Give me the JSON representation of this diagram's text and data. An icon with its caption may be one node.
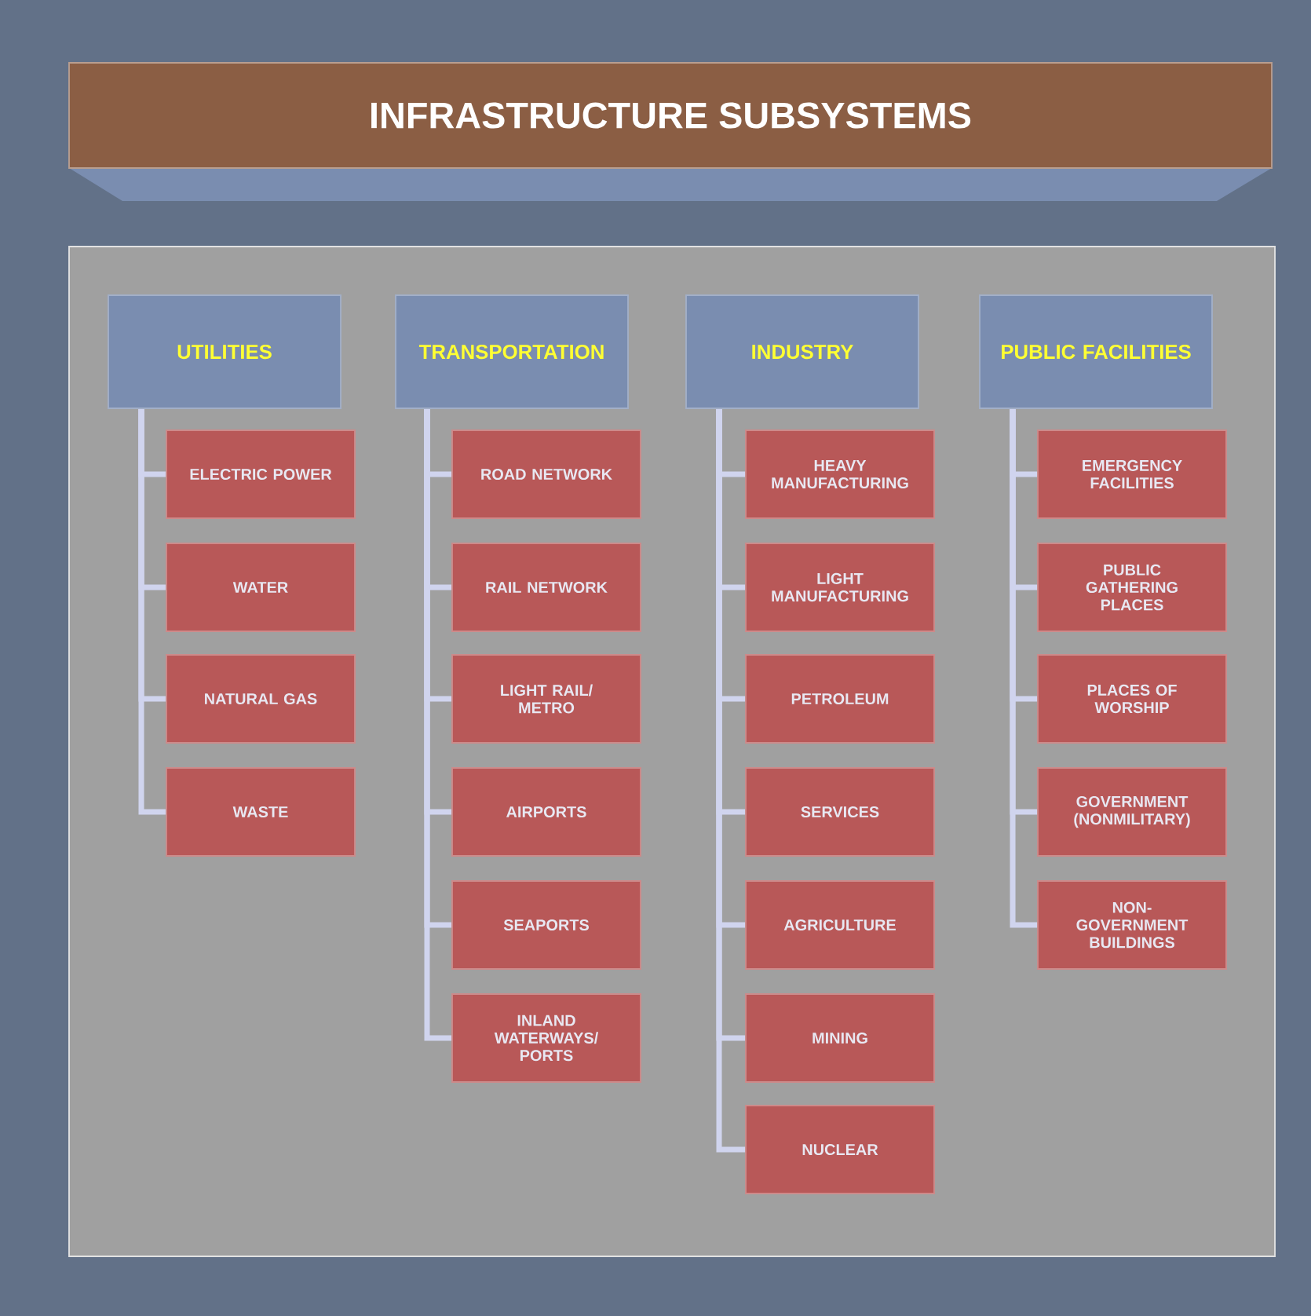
{
  "diagram": {
    "title": "INFRASTRUCTURE SUBSYSTEMS",
    "nodes": [
      {
        "text": [
          "UTILITIES"
        ]
      },
      {
        "text": [
          "ELECTRIC POWER"
        ]
      },
      {
        "text": [
          "WATER"
        ]
      },
      {
        "text": [
          "NATURAL GAS"
        ]
      },
      {
        "text": [
          "WASTE"
        ]
      },
      {
        "text": [
          "TRANSPORTATION"
        ]
      },
      {
        "text": [
          "ROAD NETWORK"
        ]
      },
      {
        "text": [
          "RAIL NETWORK"
        ]
      },
      {
        "text": [
          "LIGHT RAIL/ METRO"
        ]
      },
      {
        "text": [
          "AIRPORTS"
        ]
      },
      {
        "text": [
          "SEAPORTS"
        ]
      },
      {
        "text": [
          "INLAND WATERWAYS/ PORTS"
        ]
      },
      {
        "text": [
          "INDUSTRY"
        ]
      },
      {
        "text": [
          "HEAVY MANUFACTURING"
        ]
      },
      {
        "text": [
          "LIGHT MANUFACTURING"
        ]
      },
      {
        "text": [
          "PETROLEUM"
        ]
      },
      {
        "text": [
          "SERVICES"
        ]
      },
      {
        "text": [
          "AGRICULTURE"
        ]
      },
      {
        "text": [
          "MINING"
        ]
      },
      {
        "text": [
          "NUCLEAR"
        ]
      },
      {
        "text": [
          "PUBLIC FACILITIES"
        ]
      },
      {
        "text": [
          "EMERGENCY FACILITIES"
        ]
      },
      {
        "text": [
          "PUBLIC GATHERING PLACES"
        ]
      },
      {
        "text": [
          "PLACES OF WORSHIP"
        ]
      },
      {
        "text": [
          "GOVERNMENT (NONMILITARY)"
        ]
      },
      {
        "text": [
          "NON-GOVERNMENT BUILDINGS"
        ]
      }
    ],
    "edges": [
      {
        "from": 0,
        "to": 1,
        "arrow": "none"
      },
      {
        "from": 0,
        "to": 2,
        "arrow": "none"
      },
      {
        "from": 0,
        "to": 3,
        "arrow": "none"
      },
      {
        "from": 0,
        "to": 4,
        "arrow": "none"
      },
      {
        "from": 5,
        "to": 6,
        "arrow": "none"
      },
      {
        "from": 5,
        "to": 7,
        "arrow": "none"
      },
      {
        "from": 5,
        "to": 8,
        "arrow": "none"
      },
      {
        "from": 5,
        "to": 9,
        "arrow": "none"
      },
      {
        "from": 5,
        "to": 10,
        "arrow": "none"
      },
      {
        "from": 5,
        "to": 11,
        "arrow": "none"
      },
      {
        "from": 12,
        "to": 13,
        "arrow": "none"
      },
      {
        "from": 12,
        "to": 14,
        "arrow": "none"
      },
      {
        "from": 12,
        "to": 15,
        "arrow": "none"
      },
      {
        "from": 12,
        "to": 16,
        "arrow": "none"
      },
      {
        "from": 12,
        "to": 17,
        "arrow": "none"
      },
      {
        "from": 12,
        "to": 18,
        "arrow": "none"
      },
      {
        "from": 12,
        "to": 19,
        "arrow": "none"
      },
      {
        "from": 20,
        "to": 21,
        "arrow": "none"
      },
      {
        "from": 20,
        "to": 22,
        "arrow": "none"
      },
      {
        "from": 20,
        "to": 23,
        "arrow": "none"
      },
      {
        "from": 20,
        "to": 24,
        "arrow": "none"
      },
      {
        "from": 20,
        "to": 25,
        "arrow": "none"
      }
    ]
  }
}
